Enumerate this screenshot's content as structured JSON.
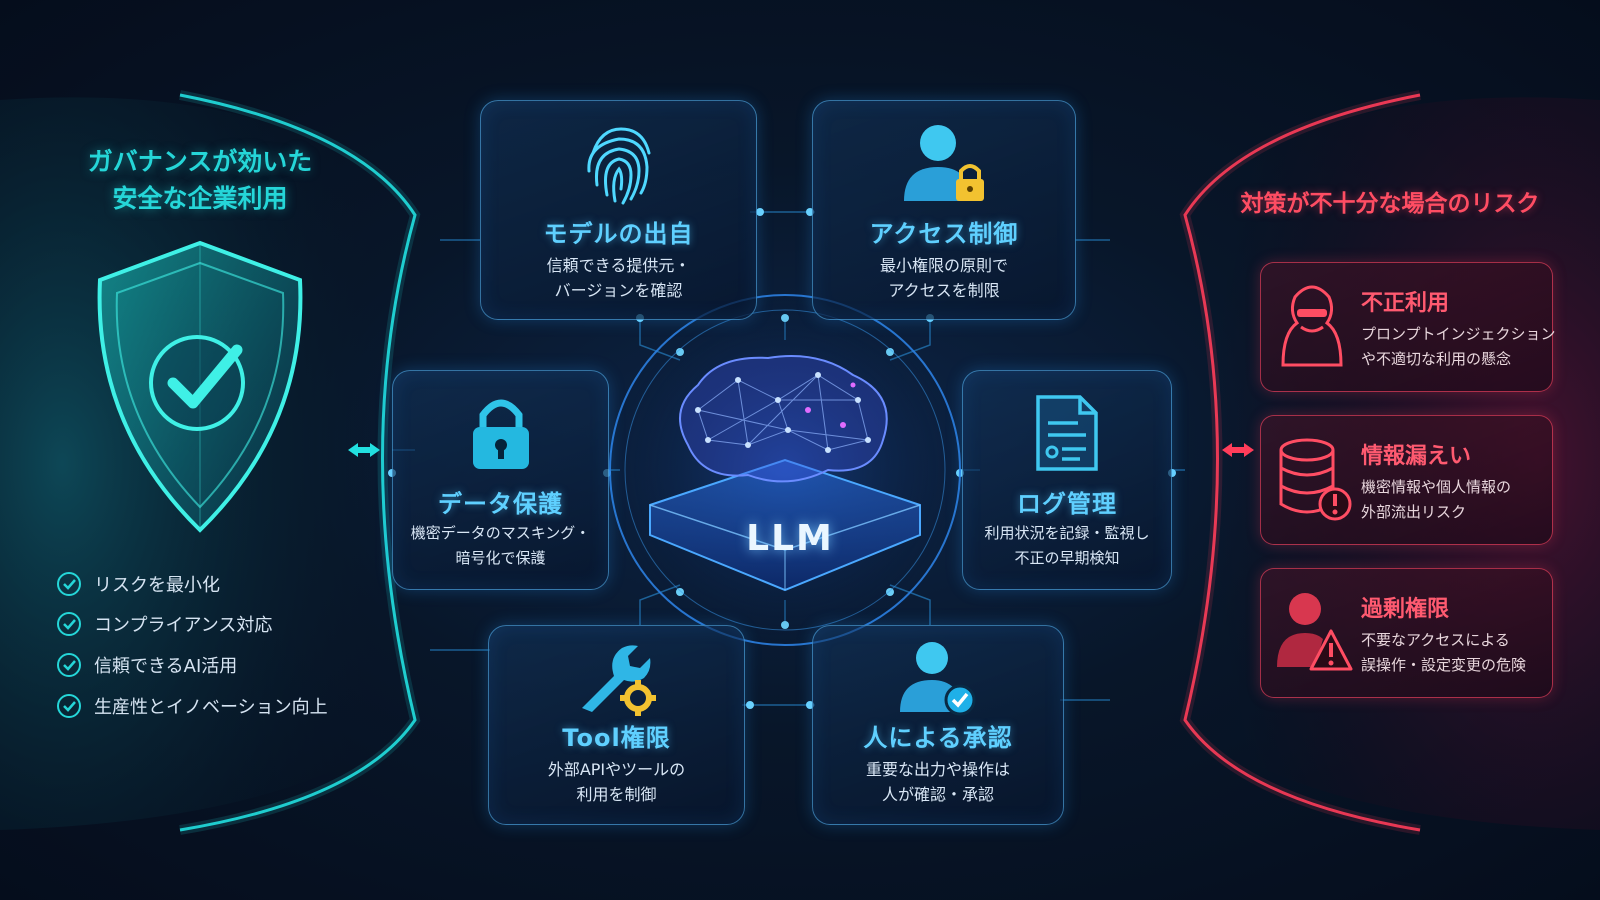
{
  "left_panel": {
    "title_line1": "ガバナンスが効いた",
    "title_line2": "安全な企業利用",
    "icon": "shield-check-icon",
    "checklist": [
      "リスクを最小化",
      "コンプライアンス対応",
      "信頼できるAI活用",
      "生産性とイノベーション向上"
    ]
  },
  "center": {
    "label": "LLM",
    "icon": "brain-network-icon"
  },
  "cards": {
    "model_origin": {
      "title": "モデルの出自",
      "line1": "信頼できる提供元・",
      "line2": "バージョンを確認",
      "icon": "fingerprint-icon"
    },
    "access_control": {
      "title": "アクセス制御",
      "line1": "最小権限の原則で",
      "line2": "アクセスを制限",
      "icon": "user-lock-icon"
    },
    "data_protection": {
      "title": "データ保護",
      "line1": "機密データのマスキング・",
      "line2": "暗号化で保護",
      "icon": "padlock-icon"
    },
    "log_management": {
      "title": "ログ管理",
      "line1": "利用状況を記録・監視し",
      "line2": "不正の早期検知",
      "icon": "document-icon"
    },
    "tool_permission": {
      "title": "Tool権限",
      "line1": "外部APIやツールの",
      "line2": "利用を制御",
      "icon": "wrench-gear-icon"
    },
    "human_approval": {
      "title": "人による承認",
      "line1": "重要な出力や操作は",
      "line2": "人が確認・承認",
      "icon": "user-check-icon"
    }
  },
  "right_panel": {
    "title": "対策が不十分な場合のリスク",
    "risks": [
      {
        "title": "不正利用",
        "line1": "プロンプトインジェクション",
        "line2": "や不適切な利用の懸念",
        "icon": "hacker-icon"
      },
      {
        "title": "情報漏えい",
        "line1": "機密情報や個人情報の",
        "line2": "外部流出リスク",
        "icon": "database-alert-icon"
      },
      {
        "title": "過剰権限",
        "line1": "不要なアクセスによる",
        "line2": "誤操作・設定変更の危険",
        "icon": "user-warning-icon"
      }
    ]
  },
  "colors": {
    "safe": "#25d6d8",
    "accent": "#5fd0ff",
    "risk": "#ff4d63"
  }
}
